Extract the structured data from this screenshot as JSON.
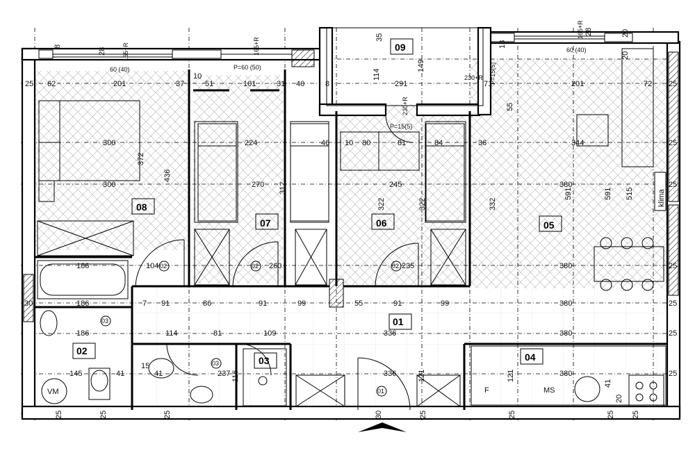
{
  "rooms": [
    {
      "id": "r01",
      "label": "01"
    },
    {
      "id": "r02",
      "label": "02"
    },
    {
      "id": "r03",
      "label": "03"
    },
    {
      "id": "r04",
      "label": "04"
    },
    {
      "id": "r05",
      "label": "05"
    },
    {
      "id": "r06",
      "label": "06"
    },
    {
      "id": "r07",
      "label": "07"
    },
    {
      "id": "r08",
      "label": "08"
    },
    {
      "id": "r09",
      "label": "09"
    }
  ],
  "labels": {
    "klima": "klima",
    "vm": "VM",
    "f": "F",
    "ms": "MS",
    "window_top_left": "P=60 (50)",
    "window_top_right": "60 (40)",
    "window_left": "60 (40)",
    "p15_1": "P=15(5)",
    "p15_2": "P=15(5)",
    "d230_1": "230+R",
    "d230_2": "230+R",
    "d165_1": "165+R",
    "d165_2": "165+R",
    "d165_3": "165+R"
  },
  "door_tags": [
    "02",
    "02",
    "02",
    "03",
    "03",
    "01"
  ],
  "dimensions": [
    "25",
    "62",
    "201",
    "37",
    "51",
    "101",
    "31",
    "40",
    "8",
    "114",
    "291",
    "71",
    "201",
    "72",
    "25",
    "300",
    "372",
    "436",
    "224",
    "46",
    "10",
    "80",
    "81",
    "84",
    "36",
    "344",
    "25",
    "300",
    "270",
    "312",
    "245",
    "322",
    "322",
    "332",
    "380",
    "591",
    "591",
    "515",
    "25",
    "186",
    "104",
    "260",
    "235",
    "380",
    "25",
    "30",
    "186",
    "7",
    "91",
    "86",
    "91",
    "99",
    "55",
    "91",
    "99",
    "380",
    "25",
    "186",
    "114",
    "81",
    "109",
    "336",
    "380",
    "25",
    "145",
    "41",
    "15",
    "41",
    "237",
    "116",
    "336",
    "121",
    "121",
    "380",
    "41",
    "20",
    "25",
    "25",
    "25",
    "25",
    "30",
    "25",
    "25",
    "25",
    "25",
    "35",
    "149",
    "55",
    "20",
    "10",
    "28",
    "28",
    "18",
    "20",
    "8"
  ]
}
